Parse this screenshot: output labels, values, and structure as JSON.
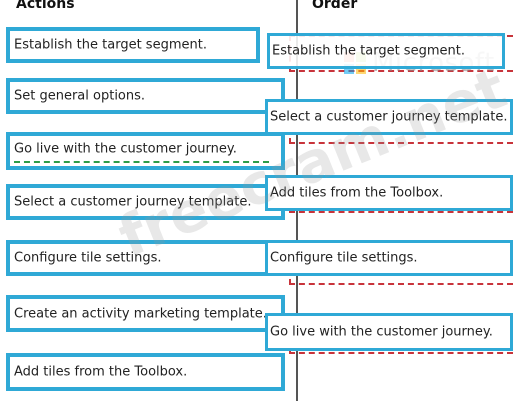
{
  "headers": {
    "actions": "Actions",
    "order": "Order"
  },
  "actions": [
    "Establish the target segment.",
    "Set general options.",
    "Go live with the customer journey.",
    "Select a customer journey template.",
    "Configure tile settings.",
    "Create an activity marketing template.",
    "Add tiles from the Toolbox."
  ],
  "order": [
    "Establish the target segment.",
    "Select a customer journey template.",
    "Add tiles from the Toolbox.",
    "Configure tile settings.",
    "Go live with the customer journey."
  ],
  "watermarks": {
    "microsoft": "Microsoft",
    "freecram": "freecram.net"
  },
  "colors": {
    "box_border": "#2fa9d6",
    "slot_dash": "#c8343b",
    "focus_dash": "#2c9c48",
    "ms_red": "#f25022",
    "ms_green": "#7fba00",
    "ms_blue": "#00a4ef",
    "ms_yellow": "#ffb900"
  }
}
